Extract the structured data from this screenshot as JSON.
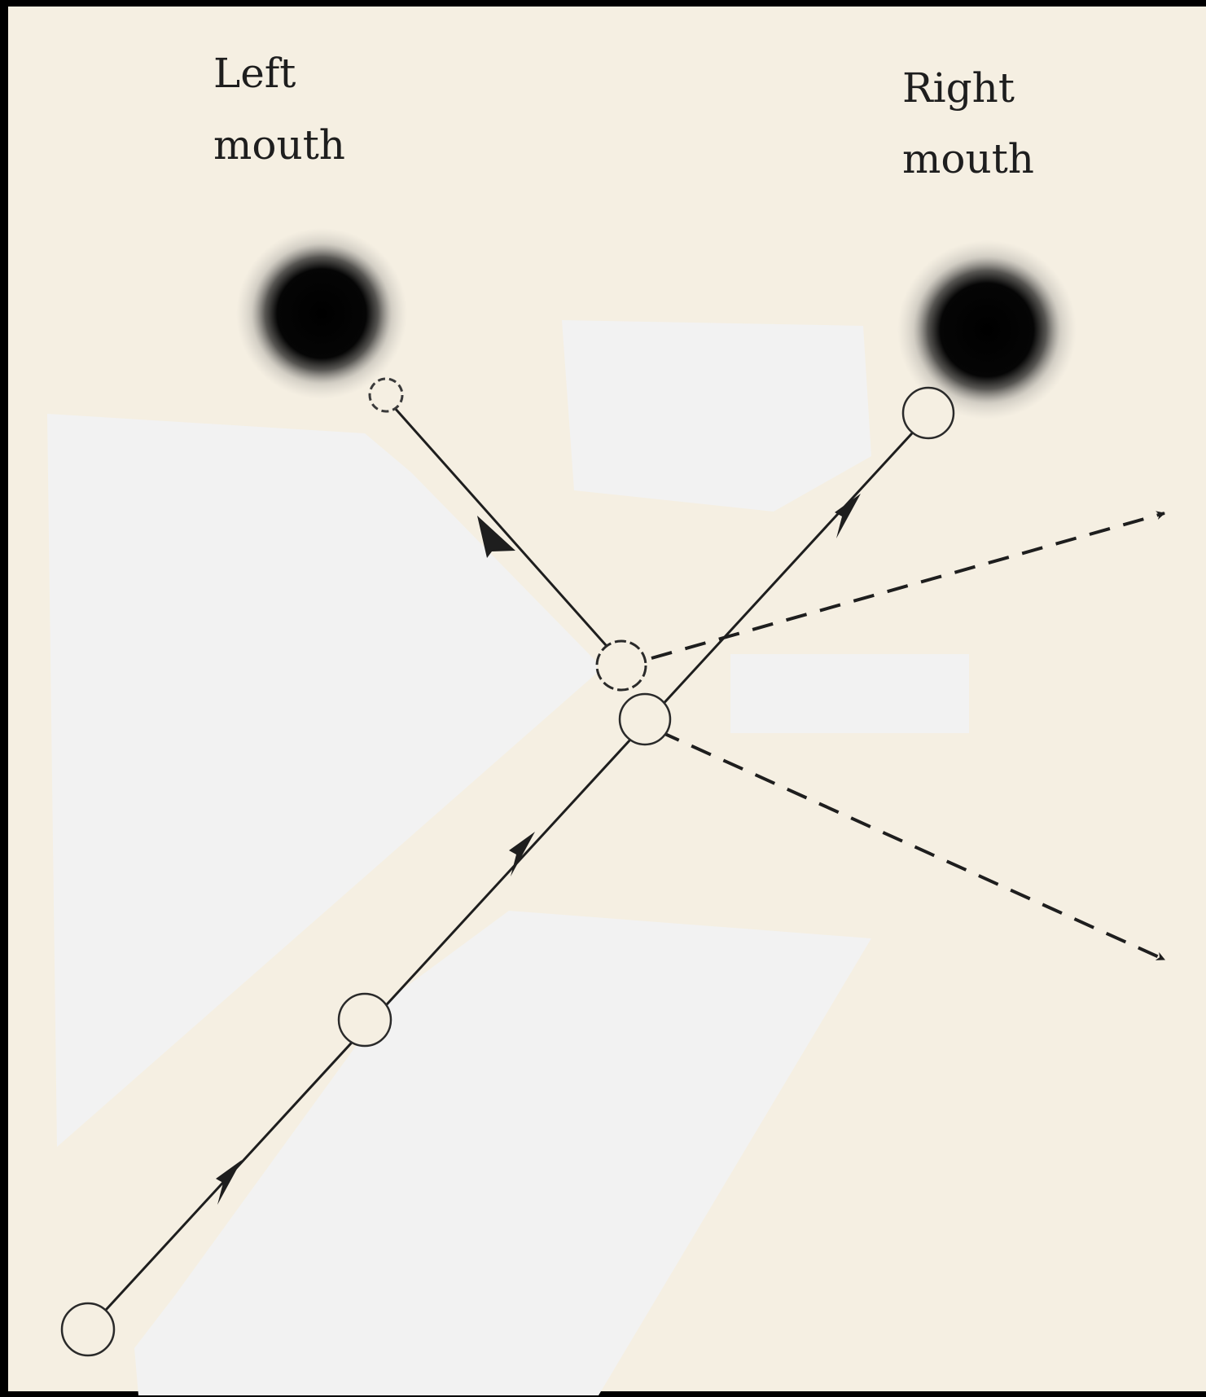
{
  "labels": {
    "left_mouth": [
      "Left",
      "mouth"
    ],
    "right_mouth": [
      "Right",
      "mouth"
    ]
  },
  "colors": {
    "frame": "#000000",
    "paper": "#f5efe2",
    "mask": "#f2f2f2",
    "ink": "#1e1e1e",
    "ball_fill": "#f5efe2"
  }
}
